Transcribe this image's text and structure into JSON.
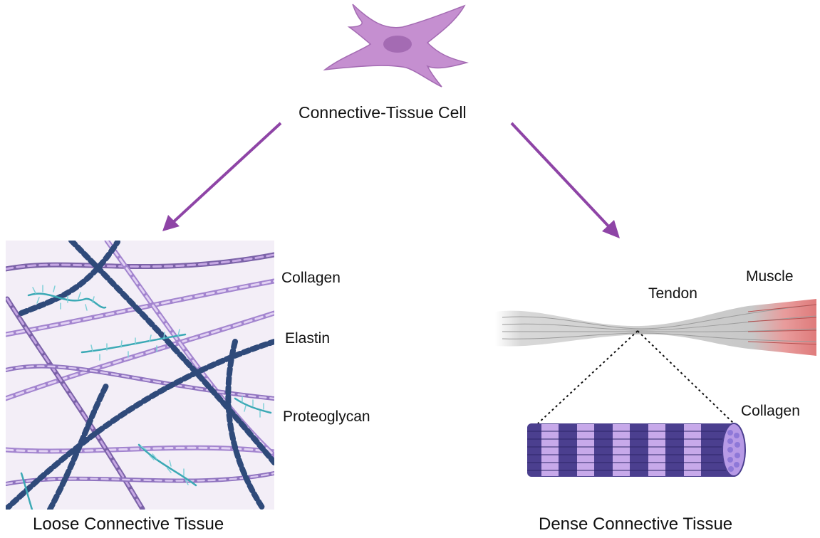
{
  "top_cell": {
    "label": "Connective-Tissue Cell",
    "icon": "connective-tissue-cell-icon"
  },
  "loose": {
    "caption": "Loose Connective Tissue",
    "labels": {
      "collagen": "Collagen",
      "elastin": "Elastin",
      "proteoglycan": "Proteoglycan"
    }
  },
  "dense": {
    "caption": "Dense Connective Tissue",
    "labels": {
      "tendon": "Tendon",
      "muscle": "Muscle",
      "collagen": "Collagen"
    }
  },
  "colors": {
    "arrow": "#8e44a6",
    "cell": "#c58fd0",
    "nucleus": "#a46bb3",
    "collagen_light": "#c6a8e4",
    "collagen_dark": "#7b62a8",
    "elastin": "#2f4a7a",
    "proteoglycan": "#3ba9b5",
    "tendon": "#cfcfcf",
    "muscle": "#e08383",
    "fiber_dark": "#4b3f8f",
    "fiber_light": "#c7a9ea"
  }
}
